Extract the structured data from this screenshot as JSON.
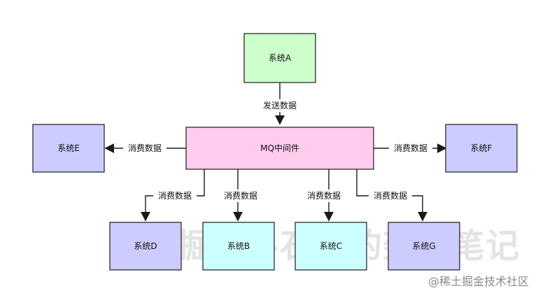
{
  "diagram": {
    "nodes": {
      "system_a": "系统A",
      "mq": "MQ中间件",
      "system_e": "系统E",
      "system_f": "系统F",
      "system_d": "系统D",
      "system_b": "系统B",
      "system_c": "系统C",
      "system_g": "系统G"
    },
    "edge_labels": {
      "send": "发送数据",
      "consume_e": "消费数据",
      "consume_f": "消费数据",
      "consume_d": "消费数据",
      "consume_b": "消费数据",
      "consume_c": "消费数据",
      "consume_g": "消费数据"
    },
    "colors": {
      "system_a": "#ccffcc",
      "mq": "#ffccee",
      "consumer_purple": "#ccccff",
      "consumer_cyan": "#ccffff",
      "stroke": "#1a1a1a"
    }
  },
  "watermark": {
    "main": "掘金—石杉的架构笔记",
    "sub": "@稀土掘金技术社区"
  }
}
